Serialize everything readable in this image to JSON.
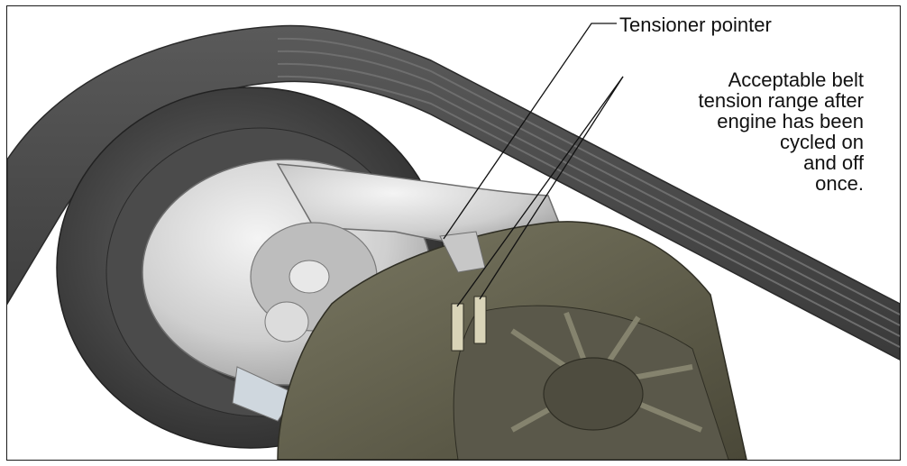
{
  "diagram": {
    "callouts": [
      {
        "id": "tensioner-pointer",
        "text": "Tensioner pointer"
      },
      {
        "id": "tension-range",
        "lines": [
          "Acceptable belt",
          "tension range after",
          "engine has been",
          "cycled on",
          "and off",
          "once."
        ]
      }
    ]
  },
  "colors": {
    "belt": "#4a4a4a",
    "pulley_dark": "#3c3c3c",
    "tensioner_silver": "#cfcfcf",
    "housing_olive": "#5f5d4a",
    "leader_line": "#111111"
  }
}
